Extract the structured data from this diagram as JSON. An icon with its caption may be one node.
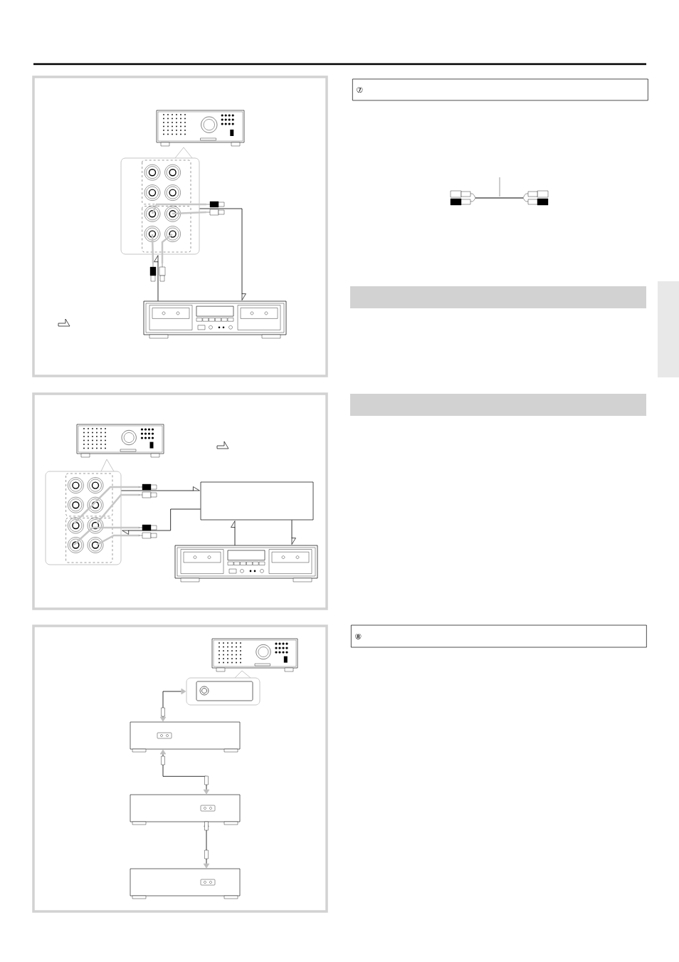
{
  "diagram": {
    "nodes": [
      {
        "text": [],
        "shape": "picture"
      },
      {
        "text": [],
        "shape": "box"
      },
      {
        "text": [],
        "shape": "picture"
      },
      {
        "text": [],
        "shape": "picture"
      },
      {
        "text": [],
        "shape": "box"
      },
      {
        "text": [],
        "shape": "box"
      },
      {
        "text": [],
        "shape": "picture"
      },
      {
        "text": [],
        "shape": "picture"
      },
      {
        "text": [],
        "shape": "box"
      },
      {
        "text": [],
        "shape": "box"
      },
      {
        "text": [],
        "shape": "box"
      },
      {
        "text": [],
        "shape": "box"
      },
      {
        "text": [
          "⑦"
        ]
      },
      {
        "text": [],
        "shape": "bar"
      },
      {
        "text": [],
        "shape": "bar"
      },
      {
        "text": [
          "⑧"
        ]
      }
    ],
    "edges": [
      {
        "from": 2,
        "to": 1,
        "arrow": "to"
      },
      {
        "from": 1,
        "to": 2,
        "arrow": "to"
      },
      {
        "from": 4,
        "to": 5,
        "arrow": "to"
      },
      {
        "from": 5,
        "to": 4,
        "arrow": "to"
      },
      {
        "from": 6,
        "to": 5,
        "arrow": "to"
      },
      {
        "from": 5,
        "to": 6,
        "arrow": "to"
      },
      {
        "from": 8,
        "to": 9,
        "arrow": "both"
      },
      {
        "from": 9,
        "to": 10,
        "arrow": "both"
      },
      {
        "from": 10,
        "to": 11,
        "arrow": "both"
      }
    ]
  }
}
